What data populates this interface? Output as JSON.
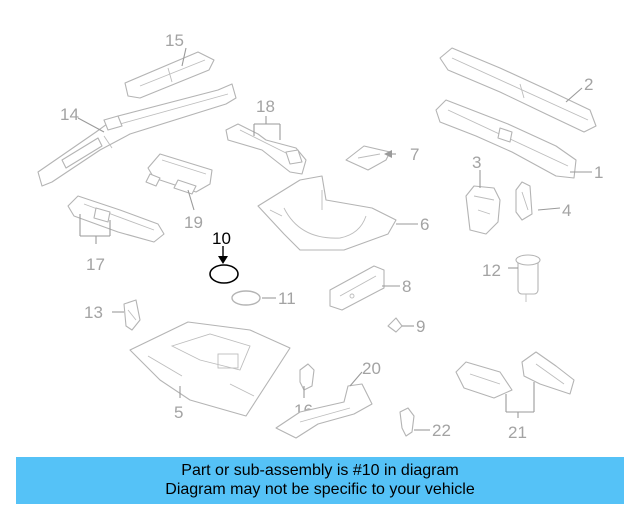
{
  "colors": {
    "banner_background": "#55c2f7",
    "part_stroke": "#b4b4b4",
    "callout_text": "#a3a3a3",
    "highlight": "#000000"
  },
  "callouts": {
    "c1": "1",
    "c2": "2",
    "c3": "3",
    "c4": "4",
    "c5": "5",
    "c6": "6",
    "c7": "7",
    "c8": "8",
    "c9": "9",
    "c10": "10",
    "c11": "11",
    "c12": "12",
    "c13": "13",
    "c14": "14",
    "c15": "15",
    "c16": "16",
    "c17": "17",
    "c18": "18",
    "c19": "19",
    "c20": "20",
    "c21": "21",
    "c22": "22"
  },
  "highlighted_part": "10",
  "banner": {
    "line1": "Part or sub-assembly is #10 in diagram",
    "line2": "Diagram may not be specific to your vehicle"
  }
}
